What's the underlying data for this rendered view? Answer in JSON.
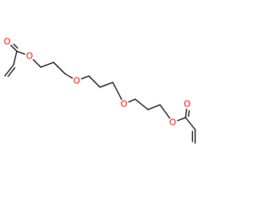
{
  "molecule": {
    "atoms": [
      {
        "id": "o_carbonyl_left",
        "label": "O",
        "color": "#ff0000"
      },
      {
        "id": "o_ester_left",
        "label": "O",
        "color": "#ff0000"
      },
      {
        "id": "o_ether_1",
        "label": "O",
        "color": "#ff0000"
      },
      {
        "id": "o_ether_2",
        "label": "O",
        "color": "#ff0000"
      },
      {
        "id": "o_ester_right",
        "label": "O",
        "color": "#ff0000"
      },
      {
        "id": "o_carbonyl_right",
        "label": "O",
        "color": "#ff0000"
      }
    ],
    "bond_color": "#000000"
  }
}
